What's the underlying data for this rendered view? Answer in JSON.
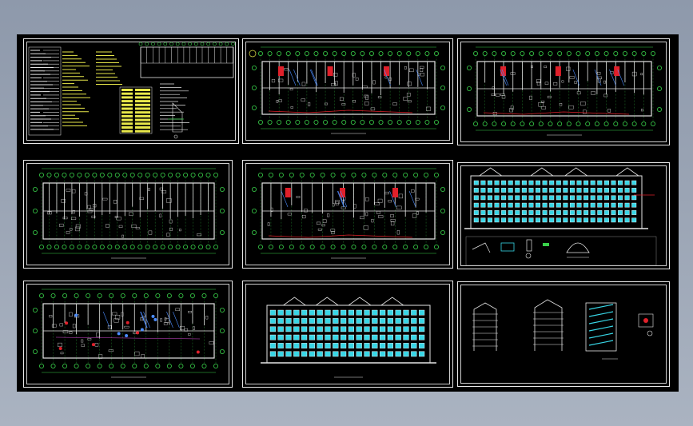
{
  "viewer": {
    "background": "#9aa4b4",
    "model_space_color": "#000000"
  },
  "sheets": [
    {
      "id": "design-notes",
      "caption": ""
    },
    {
      "id": "floor-plan-1",
      "caption": ""
    },
    {
      "id": "floor-plan-2",
      "caption": ""
    },
    {
      "id": "floor-plan-3",
      "caption": ""
    },
    {
      "id": "floor-plan-4",
      "caption": ""
    },
    {
      "id": "front-elevation",
      "caption": ""
    },
    {
      "id": "floor-plan-5",
      "caption": ""
    },
    {
      "id": "rear-elevation",
      "caption": ""
    },
    {
      "id": "sections",
      "caption": ""
    }
  ],
  "colors": {
    "grid_green": "#39d14a",
    "wall_white": "#e6e6e6",
    "accent_red": "#e0202a",
    "text_yellow": "#e8e84a",
    "glass_cyan": "#38d6e6",
    "dim_blue": "#4b8cff",
    "magenta": "#d64bd6"
  }
}
